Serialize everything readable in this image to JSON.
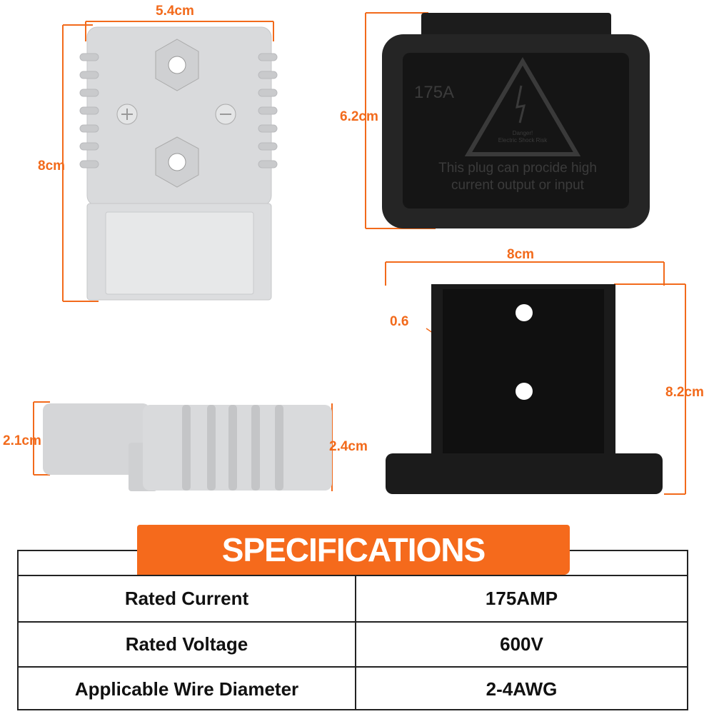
{
  "dimensions": {
    "connector_width": "5.4cm",
    "connector_height": "8cm",
    "cover_height": "6.2cm",
    "bracket_width": "8cm",
    "bracket_hole": "0.6",
    "bracket_height": "8.2cm",
    "side_height_left": "2.1cm",
    "side_height_right": "2.4cm"
  },
  "cover": {
    "rating": "175A",
    "warning_line1": "Danger!",
    "warning_line2": "Electric Shock Risk",
    "note_line1": "This plug can procide high",
    "note_line2": "current output or input"
  },
  "specifications": {
    "title": "SPECIFICATIONS",
    "rows": [
      {
        "label": "Rated Current",
        "value": "175AMP"
      },
      {
        "label": "Rated Voltage",
        "value": "600V"
      },
      {
        "label": "Applicable Wire Diameter",
        "value": "2-4AWG"
      }
    ]
  },
  "colors": {
    "accent": "#f26a1b",
    "connector_gray": "#d9dadc",
    "black": "#1b1b1b"
  }
}
